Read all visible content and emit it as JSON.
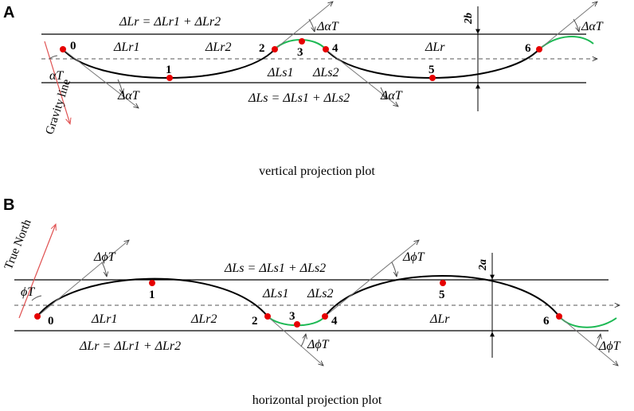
{
  "panel_a": {
    "label": "A",
    "caption": "vertical projection plot",
    "eq_top": "ΔLr = ΔLr1 + ΔLr2",
    "eq_bottom": "ΔLs = ΔLs1 + ΔLs2",
    "seg_r1": "ΔLr1",
    "seg_r2": "ΔLr2",
    "seg_s1": "ΔLs1",
    "seg_s2": "ΔLs2",
    "seg_r": "ΔLr",
    "angle_main": "αT",
    "angle_delta": "ΔαT",
    "reference_line": "Gravity line",
    "width_label": "2b",
    "points": [
      "0",
      "1",
      "2",
      "3",
      "4",
      "5",
      "6"
    ]
  },
  "panel_b": {
    "label": "B",
    "caption": "horizontal projection plot",
    "eq_top": "ΔLs = ΔLs1 + ΔLs2",
    "eq_bottom": "ΔLr = ΔLr1 + ΔLr2",
    "seg_r1": "ΔLr1",
    "seg_r2": "ΔLr2",
    "seg_s1": "ΔLs1",
    "seg_s2": "ΔLs2",
    "seg_r": "ΔLr",
    "angle_main": "ϕT",
    "angle_delta": "ΔϕT",
    "reference_line": "True North",
    "width_label": "2a",
    "points": [
      "0",
      "1",
      "2",
      "3",
      "4",
      "5",
      "6"
    ]
  },
  "colors": {
    "curve_main": "#000000",
    "curve_green": "#1db954",
    "point": "#e60000",
    "reference_line": "#e05050",
    "grid": "#000000"
  }
}
